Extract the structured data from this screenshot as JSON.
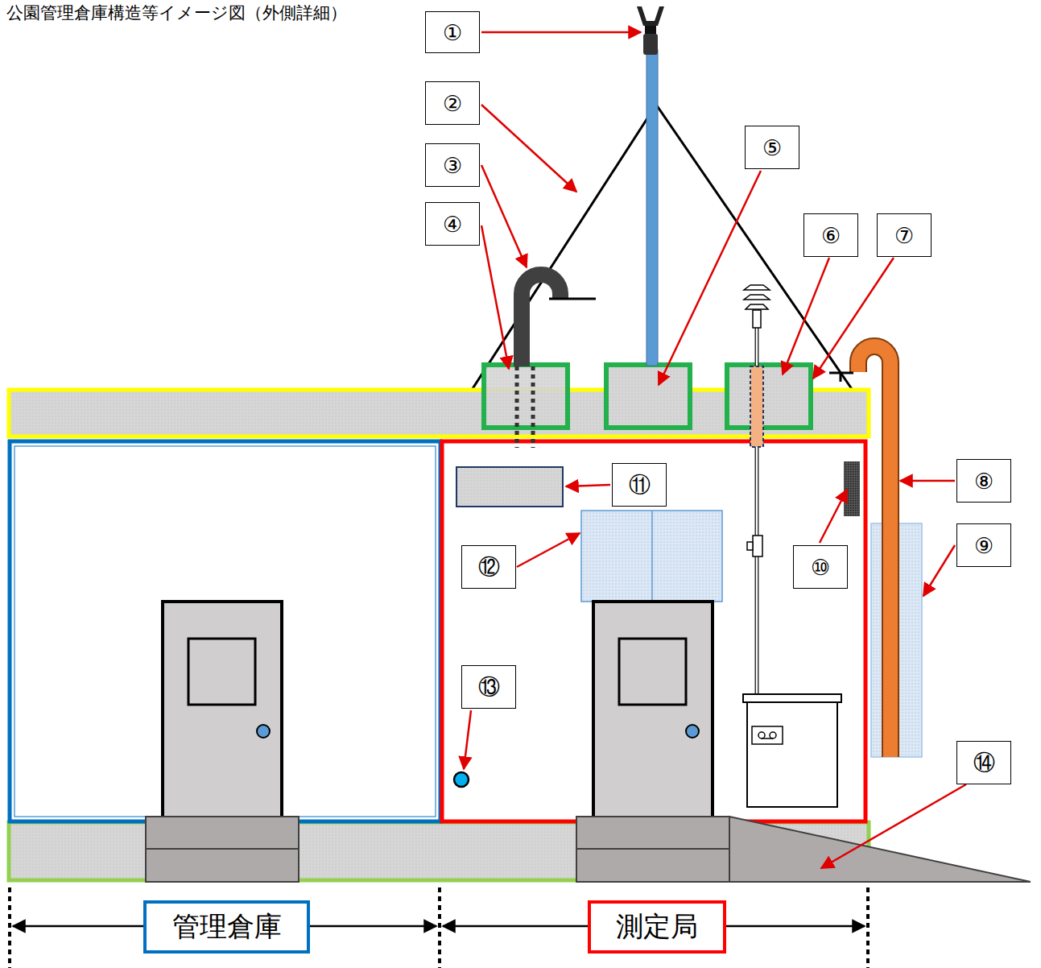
{
  "diagram": {
    "title": "公園管理倉庫構造等イメージ図（外側詳細）",
    "nodes": [
      {
        "text": [
          "①"
        ]
      },
      {
        "text": [
          "②"
        ]
      },
      {
        "text": [
          "③"
        ]
      },
      {
        "text": [
          "④"
        ]
      },
      {
        "text": [
          "⑤"
        ]
      },
      {
        "text": [
          "⑥"
        ]
      },
      {
        "text": [
          "⑦"
        ]
      },
      {
        "text": [
          "⑪"
        ]
      },
      {
        "text": [
          "⑧"
        ]
      },
      {
        "text": [
          "⑫"
        ]
      },
      {
        "text": [
          "⑩"
        ]
      },
      {
        "text": [
          "⑨"
        ]
      },
      {
        "text": [
          "⑬"
        ]
      },
      {
        "text": [
          "⑭"
        ]
      },
      {
        "text": [
          "管理倉庫"
        ]
      },
      {
        "text": [
          "測定局"
        ]
      }
    ]
  }
}
